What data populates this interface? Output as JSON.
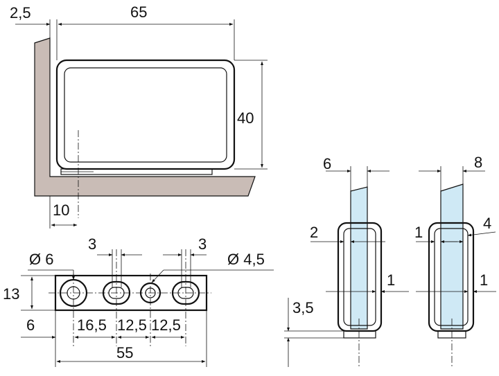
{
  "colors": {
    "wall": "#c9bcb6",
    "glass": "#cfe9f5",
    "line": "#111111",
    "background": "#ffffff"
  },
  "labels": {
    "wall_offset": "2,5",
    "body_width": "65",
    "body_height": "40",
    "axis_offset": "10",
    "hole_large": "Ø 6",
    "hole_small": "Ø 4,5",
    "slot_left_width": "3",
    "slot_right_width": "3",
    "base_height": "13",
    "edge_offset": "6",
    "pitch_1": "16,5",
    "pitch_2": "12,5",
    "pitch_3": "12,5",
    "base_length": "55",
    "glass_6": "6",
    "gap_2": "2",
    "gap_1_a": "1",
    "offset_3_5": "3,5",
    "glass_8": "8",
    "gap_1_b": "1",
    "gap_4": "4",
    "gap_1_c": "1"
  }
}
